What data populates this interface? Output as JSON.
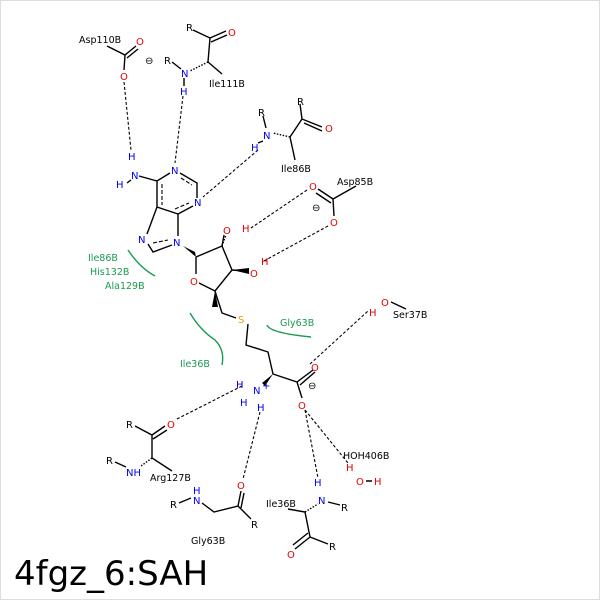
{
  "title": "4fgz_6:SAH",
  "residues": [
    "Asp110B",
    "Ile111B",
    "Ile86B",
    "Asp85B",
    "Ser37B",
    "Arg127B",
    "Gly63B",
    "Ile36B",
    "HOH406B"
  ],
  "hydrophobic": [
    "Ile86B",
    "His132B",
    "Ala129B",
    "Gly63B",
    "Ile36B"
  ],
  "atoms": {
    "O": "O",
    "N": "N",
    "H": "H",
    "R": "R",
    "S": "S",
    "NH": "NH",
    "Nplus": "N",
    "plus": "+",
    "minus": "⊖"
  },
  "colors": {
    "oxygen": "#e00000",
    "nitrogen": "#0000ee",
    "sulfur": "#e8a000",
    "hydrophobic": "#1a9a50"
  }
}
